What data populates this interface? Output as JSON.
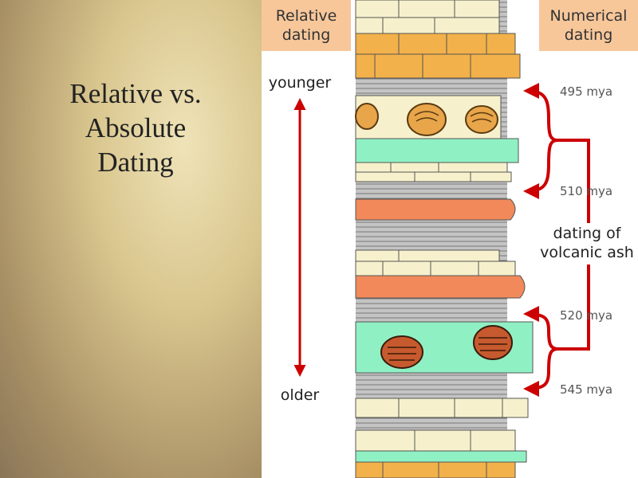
{
  "slide": {
    "title": "Relative vs.\nAbsolute\nDating"
  },
  "diagram": {
    "relative_header": [
      "Relative",
      "dating"
    ],
    "numerical_header": [
      "Numerical",
      "dating"
    ],
    "younger_label": "younger",
    "older_label": "older",
    "ages": [
      "495 mya",
      "510 mya",
      "520 mya",
      "545 mya"
    ],
    "volcanic_label": [
      "dating of",
      "volcanic ash"
    ],
    "colors": {
      "header_box": "#f7c79a",
      "arrow_red": "#cc0000",
      "sandstone": "#f2b14a",
      "limestone": "#f6f1cc",
      "shale": "#b9b9b9",
      "teal": "#8ff0c4",
      "volcanic_ash": "#f2895a"
    }
  }
}
